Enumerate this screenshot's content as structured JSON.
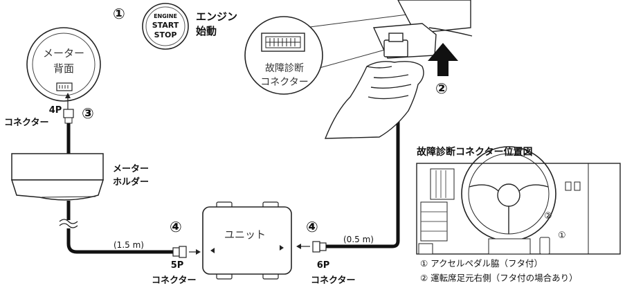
{
  "steps": {
    "s1": "①",
    "s2": "②",
    "s3": "③",
    "s4a": "④",
    "s4b": "④"
  },
  "engine_button": {
    "line1": "ENGINE",
    "line2": "START",
    "line3": "STOP",
    "caption_line1": "エンジン",
    "caption_line2": "始動"
  },
  "meter": {
    "line1": "メーター",
    "line2": "背面"
  },
  "meter_connector": {
    "line1": "4P",
    "line2": "コネクター"
  },
  "meter_holder": {
    "line1": "メーター",
    "line2": "ホルダー"
  },
  "diag_connector": {
    "line1": "故障診断",
    "line2": "コネクター"
  },
  "unit": {
    "label": "ユニット"
  },
  "cable_left": {
    "length": "(1.5 m)",
    "conn_line1": "5P",
    "conn_line2": "コネクター"
  },
  "cable_right": {
    "length": "(0.5 m)",
    "conn_line1": "6P",
    "conn_line2": "コネクター"
  },
  "location": {
    "title": "故障診断コネクター位置図",
    "marker1": "①",
    "marker2": "②",
    "note1": "① アクセルペダル脇（フタ付）",
    "note2": "② 運転席足元右側（フタ付の場合あり）"
  }
}
